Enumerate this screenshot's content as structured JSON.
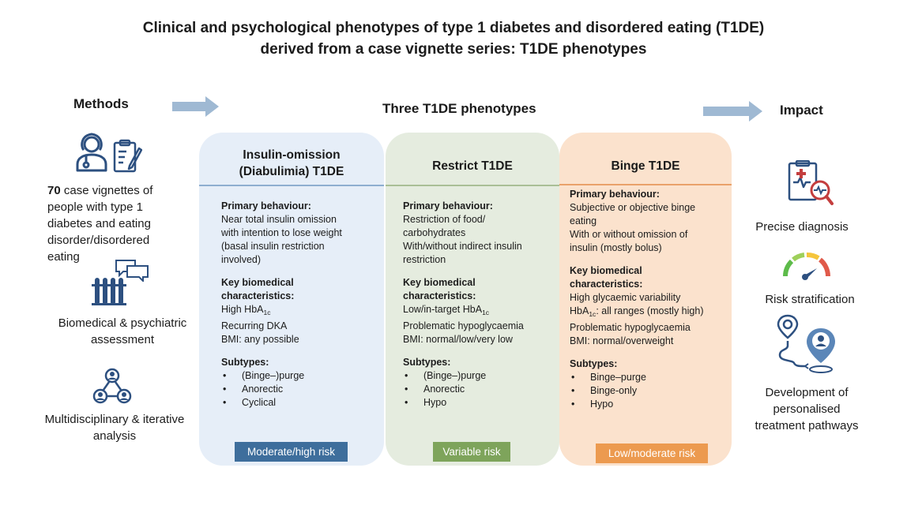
{
  "title": {
    "line1": "Clinical and psychological phenotypes of type 1 diabetes and disordered eating (T1DE)",
    "line2": "derived from a case vignette series: T1DE phenotypes"
  },
  "headers": {
    "methods": "Methods",
    "phenotypes": "Three T1DE phenotypes",
    "impact": "Impact"
  },
  "methods": {
    "count": "70",
    "vignettes_rest": " case vignettes of people with type 1 diabetes and eating disorder/disordered eating",
    "assessment": "Biomedical & psychiatric assessment",
    "analysis": "Multidisciplinary & iterative analysis"
  },
  "icons": {
    "doctor": "doctor-icon",
    "clipboard": "clipboard-icon",
    "speech": "speech-bubbles-icon",
    "tubes": "test-tubes-icon",
    "team": "team-network-icon",
    "report": "medical-report-icon",
    "gauge": "risk-gauge-icon",
    "pathway": "pathway-map-icon"
  },
  "colors": {
    "arrow": "#9fb9d3",
    "card1_bg": "#e6eef8",
    "card1_rule": "#8eaed0",
    "card1_badge": "#3e6e9c",
    "card2_bg": "#e5ecdf",
    "card2_rule": "#a9bf96",
    "card2_badge": "#7ea45b",
    "card3_bg": "#fbe2cd",
    "card3_rule": "#e9a16a",
    "card3_badge": "#ec9a4f"
  },
  "cards": [
    {
      "title1": "Insulin-omission",
      "title2": "(Diabulimia) T1DE",
      "primary_heading": "Primary behaviour:",
      "primary": [
        "Near total insulin omission",
        "with intention to lose weight",
        "(basal insulin restriction",
        "involved)"
      ],
      "key_heading1": "Key biomedical",
      "key_heading2": "characteristics:",
      "key_hba": "High HbA",
      "key_hba_sub": "1c",
      "key_rest": [
        "Recurring DKA",
        "BMI: any possible"
      ],
      "subtypes_heading": "Subtypes:",
      "subtypes": [
        "(Binge–)purge",
        "Anorectic",
        "Cyclical"
      ],
      "risk": "Moderate/high risk"
    },
    {
      "title": "Restrict T1DE",
      "primary_heading": "Primary behaviour:",
      "primary": [
        "Restriction of food/",
        "carbohydrates",
        "With/without indirect insulin",
        "restriction"
      ],
      "key_heading1": "Key biomedical",
      "key_heading2": "characteristics:",
      "key_hba": "Low/in-target HbA",
      "key_hba_sub": "1c",
      "key_rest": [
        "Problematic hypoglycaemia",
        "BMI: normal/low/very low"
      ],
      "subtypes_heading": "Subtypes:",
      "subtypes": [
        "(Binge–)purge",
        "Anorectic",
        "Hypo"
      ],
      "risk": "Variable risk"
    },
    {
      "title": "Binge T1DE",
      "primary_heading": "Primary behaviour:",
      "primary": [
        "Subjective or objective binge",
        "eating",
        "With or without omission of",
        "insulin (mostly bolus)"
      ],
      "key_heading1": "Key biomedical",
      "key_heading2": "characteristics:",
      "key_first": "High glycaemic variability",
      "key_hba": "HbA",
      "key_hba_sub": "1c",
      "key_hba_after": ": all ranges (mostly high)",
      "key_rest": [
        "Problematic hypoglycaemia",
        "BMI: normal/overweight"
      ],
      "subtypes_heading": "Subtypes:",
      "subtypes": [
        "Binge–purge",
        "Binge-only",
        "Hypo"
      ],
      "risk": "Low/moderate risk"
    }
  ],
  "impact": {
    "diagnosis": "Precise diagnosis",
    "risk": "Risk stratification",
    "pathways": "Development of personalised treatment pathways"
  }
}
